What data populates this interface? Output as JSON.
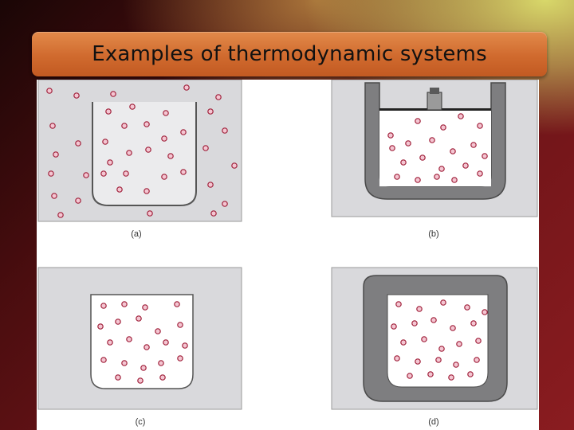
{
  "slide": {
    "title": "Examples of thermodynamic systems"
  },
  "figure": {
    "panels": [
      {
        "id": "a",
        "label": "(a)"
      },
      {
        "id": "b",
        "label": "(b)"
      },
      {
        "id": "c",
        "label": "(c)"
      },
      {
        "id": "d",
        "label": "(d)"
      }
    ]
  },
  "colors": {
    "title_bar": "#d06a2e",
    "surroundings": "#d9d9dc",
    "insulating_wall": "#8a8a8c",
    "particle_fill": "#f4c6d2",
    "particle_stroke": "#a0203a"
  }
}
